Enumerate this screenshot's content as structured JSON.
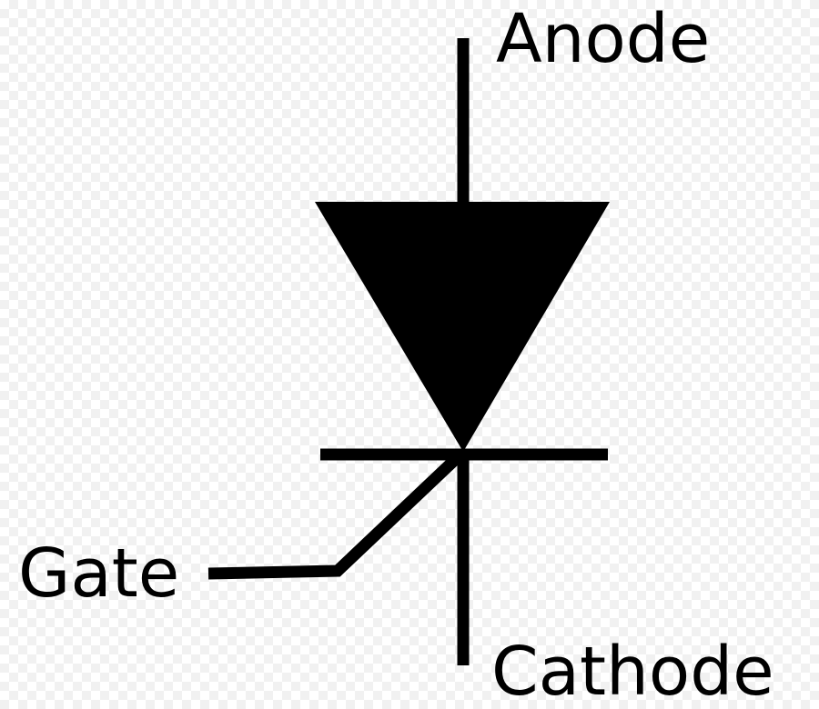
{
  "diagram": {
    "labels": {
      "anode": "Anode",
      "gate": "Gate",
      "cathode": "Cathode"
    },
    "colors": {
      "stroke": "#000000",
      "background": "#ffffff",
      "checker": "#f1f1f1"
    }
  }
}
